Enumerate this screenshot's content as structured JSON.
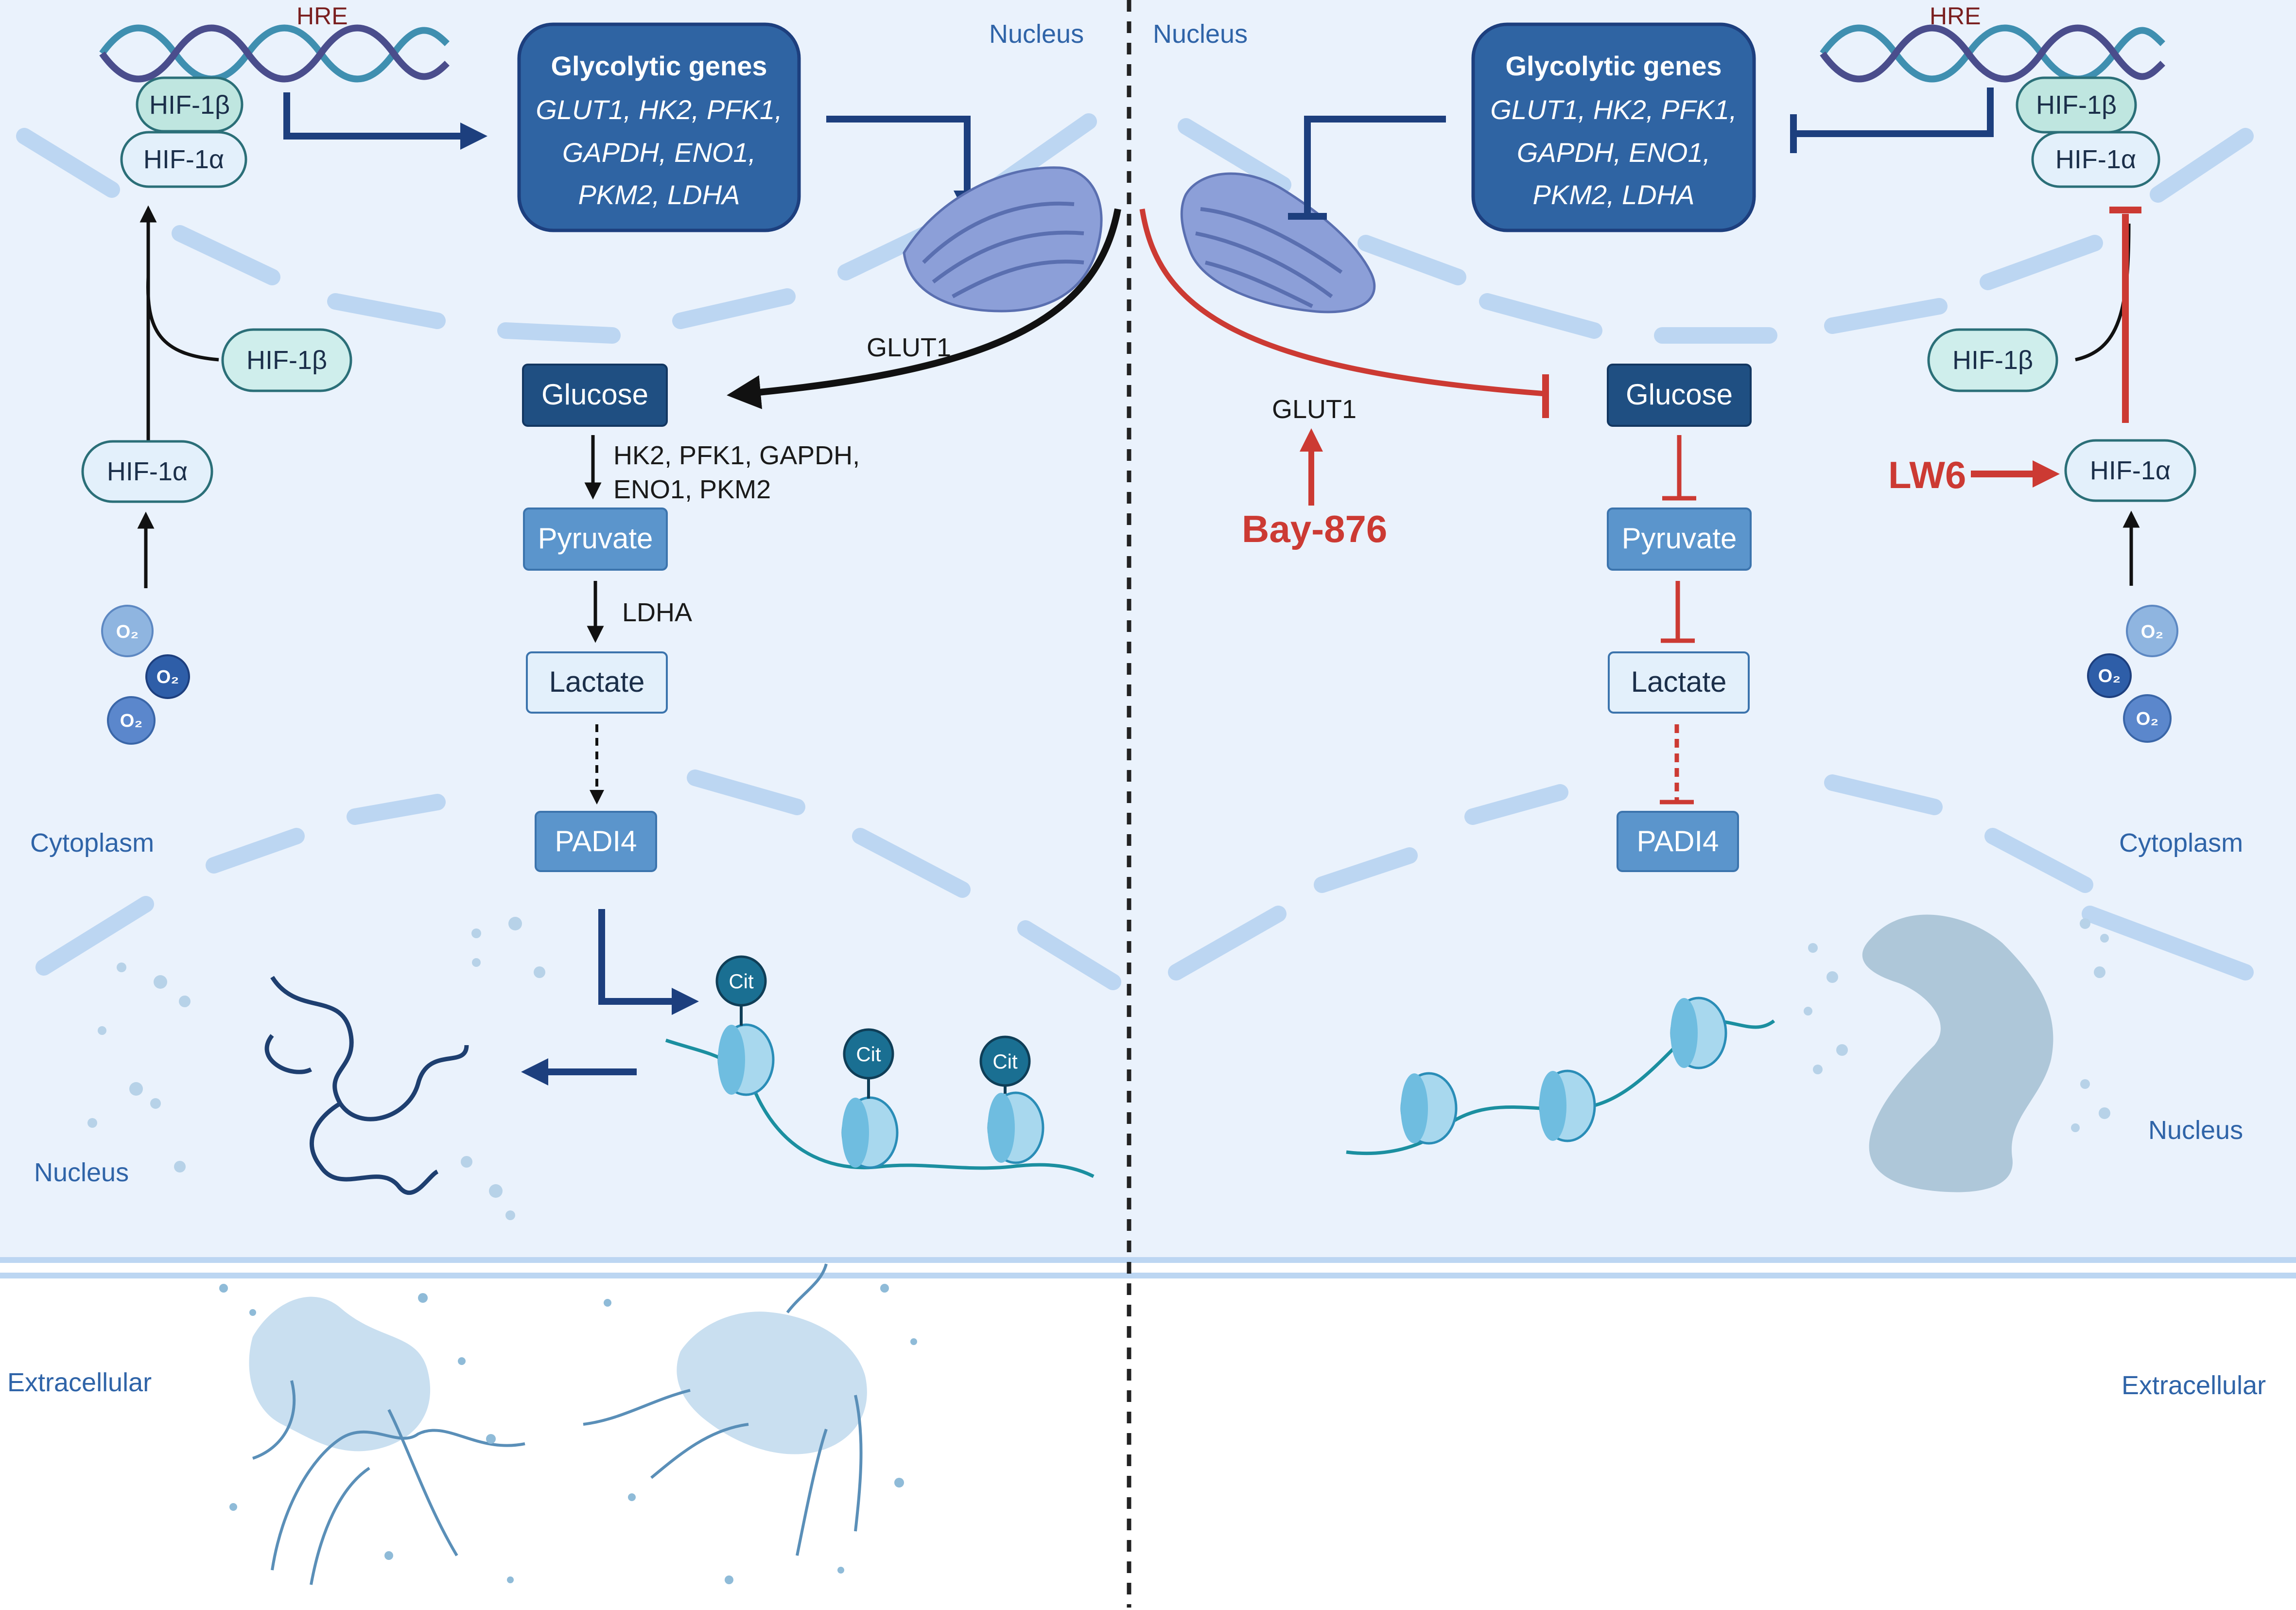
{
  "regions": {
    "nucleus_tl": "Nucleus",
    "nucleus_tr": "Nucleus",
    "nucleus_bl": "Nucleus",
    "nucleus_br": "Nucleus",
    "cytoplasm_l": "Cytoplasm",
    "cytoplasm_r": "Cytoplasm",
    "extracellular_l": "Extracellular",
    "extracellular_r": "Extracellular"
  },
  "left": {
    "hre": "HRE",
    "hif1b": "HIF-1β",
    "hif1a": "HIF-1α",
    "hif1b_free": "HIF-1β",
    "hif1a_free": "HIF-1α",
    "genes_title": "Glycolytic genes",
    "genes_line1": "GLUT1, HK2, PFK1,",
    "genes_line2": "GAPDH, ENO1,",
    "genes_line3": "PKM2, LDHA",
    "glut1": "GLUT1",
    "glucose": "Glucose",
    "enz1_line1": "HK2, PFK1, GAPDH,",
    "enz1_line2": "ENO1, PKM2",
    "pyruvate": "Pyruvate",
    "enz2": "LDHA",
    "lactate": "Lactate",
    "padi4": "PADI4",
    "cit": "Cit"
  },
  "right": {
    "hre": "HRE",
    "hif1b": "HIF-1β",
    "hif1a": "HIF-1α",
    "hif1b_free": "HIF-1β",
    "hif1a_free": "HIF-1α",
    "genes_title": "Glycolytic genes",
    "genes_line1": "GLUT1, HK2, PFK1,",
    "genes_line2": "GAPDH, ENO1,",
    "genes_line3": "PKM2, LDHA",
    "glut1": "GLUT1",
    "glucose": "Glucose",
    "pyruvate": "Pyruvate",
    "lactate": "Lactate",
    "padi4": "PADI4",
    "drug1": "Bay-876",
    "drug2": "LW6"
  },
  "o2": "O₂",
  "colors": {
    "cell_bg": "#eaf2fc",
    "navy": "#1d3f7e",
    "box_dark": "#1f4f82",
    "box_mid": "#5b95cc",
    "box_light": "#e3f0fb",
    "inhibit_red": "#cc3a33",
    "membrane": "#bcd6f2"
  }
}
